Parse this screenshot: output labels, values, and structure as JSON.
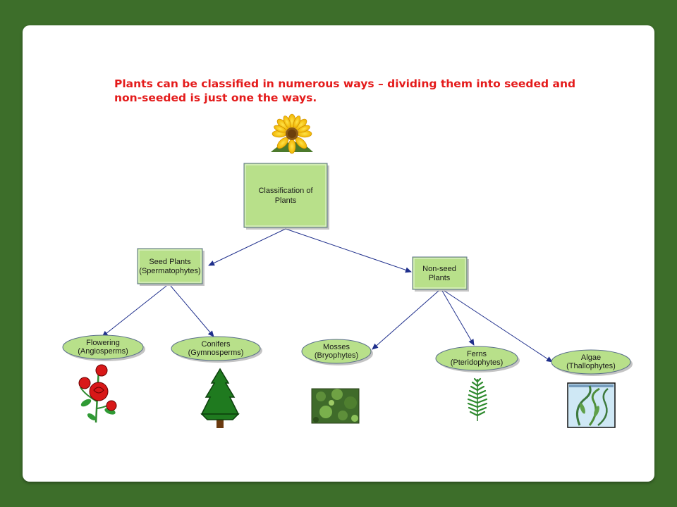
{
  "caption": {
    "line1": "Plants can be classified in numerous ways – dividing them into seeded and",
    "line2": "non-seeded is just one the ways."
  },
  "nodes": {
    "root": {
      "line1": "Classification of",
      "line2": "Plants"
    },
    "seed": {
      "line1": "Seed Plants",
      "line2": "(Spermatophytes)"
    },
    "nonseed": {
      "line1": "Non-seed",
      "line2": "Plants"
    },
    "flowering": {
      "line1": "Flowering",
      "line2": "(Angiosperms)"
    },
    "conifers": {
      "line1": "Conifers",
      "line2": "(Gymnosperms)"
    },
    "mosses": {
      "line1": "Mosses",
      "line2": "(Bryophytes)"
    },
    "ferns": {
      "line1": "Ferns",
      "line2": "(Pteridophytes)"
    },
    "algae": {
      "line1": "Algae",
      "line2": "(Thallophytes)"
    }
  },
  "colors": {
    "background": "#3d6e2a",
    "node_fill": "#b8e08a",
    "node_border": "#5a6f8a",
    "arrow": "#1f2f8c",
    "caption": "#e41b1b"
  },
  "images": [
    "sunflower",
    "rose",
    "pine-tree",
    "moss-patch",
    "fern-frond",
    "algae-picture"
  ]
}
